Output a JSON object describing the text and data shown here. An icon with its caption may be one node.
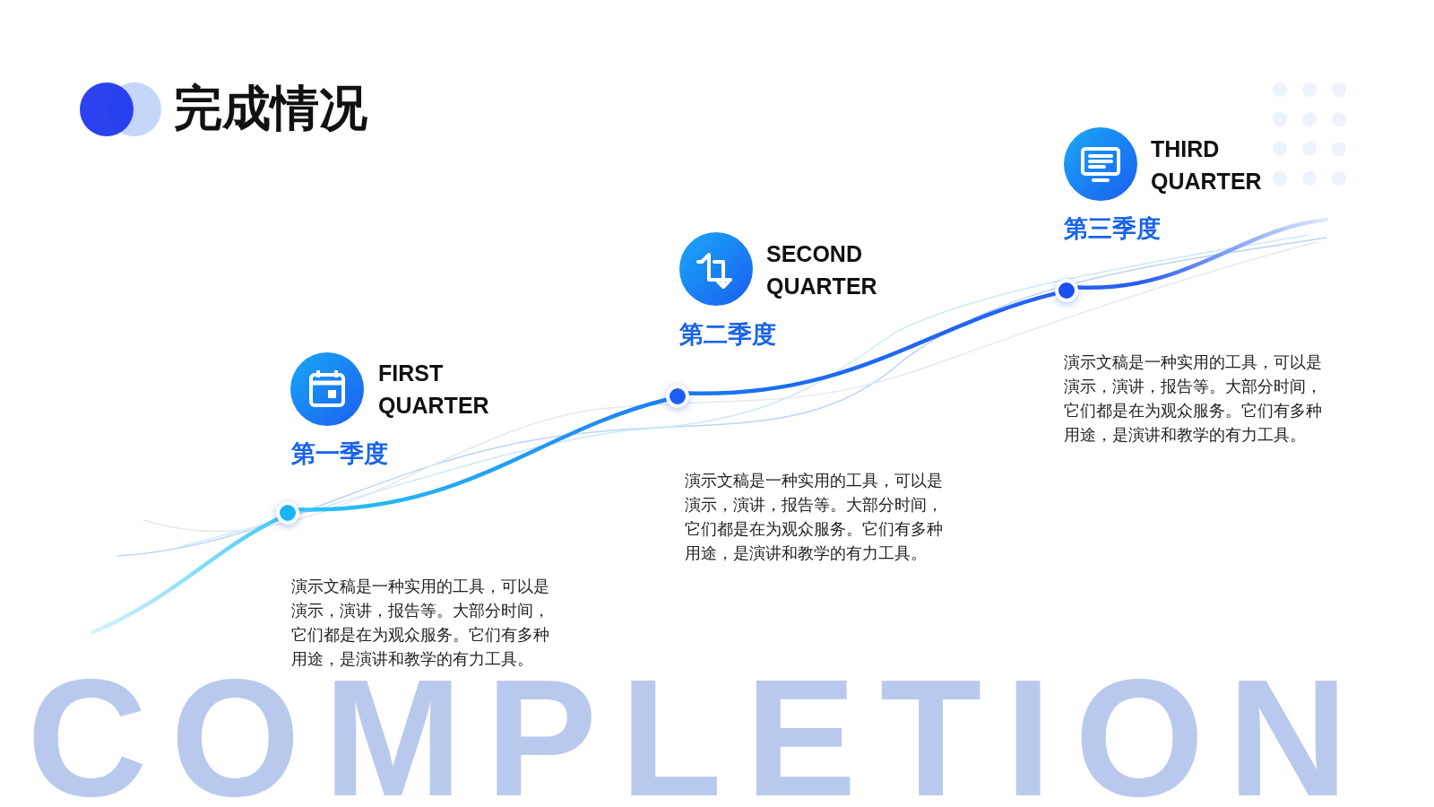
{
  "diagram": {
    "title": "完成情况",
    "nodes": [
      {
        "text": [],
        "shape": "circle",
        "beside": [
          "FIRST QUARTER",
          "第一季度"
        ]
      },
      {
        "text": [],
        "shape": "circle",
        "beside": [
          "SECOND QUARTER",
          "第二季度"
        ]
      },
      {
        "text": [],
        "shape": "circle",
        "beside": [
          "THIRD QUARTER",
          "第三季度"
        ]
      }
    ],
    "edges": [
      {
        "from": null,
        "to": 0,
        "arrow": "none"
      },
      {
        "from": 0,
        "to": 1,
        "arrow": "none"
      },
      {
        "from": 1,
        "to": 2,
        "arrow": "none"
      },
      {
        "from": 2,
        "to": null,
        "arrow": "none"
      }
    ],
    "labels": [
      "演示文稿是一种实用的工具，可以是演示，演讲，报告等。大部分时间，它们都是在为观众服务。它们有多种用途，是演讲和教学的有力工具。",
      "演示文稿是一种实用的工具，可以是演示，演讲，报告等。大部分时间，它们都是在为观众服务。它们有多种用途，是演讲和教学的有力工具。",
      "演示文稿是一种实用的工具，可以是演示，演讲，报告等。大部分时间，它们都是在为观众服务。它们有多种用途，是演讲和教学的有力工具。",
      "COMPLETION"
    ]
  }
}
